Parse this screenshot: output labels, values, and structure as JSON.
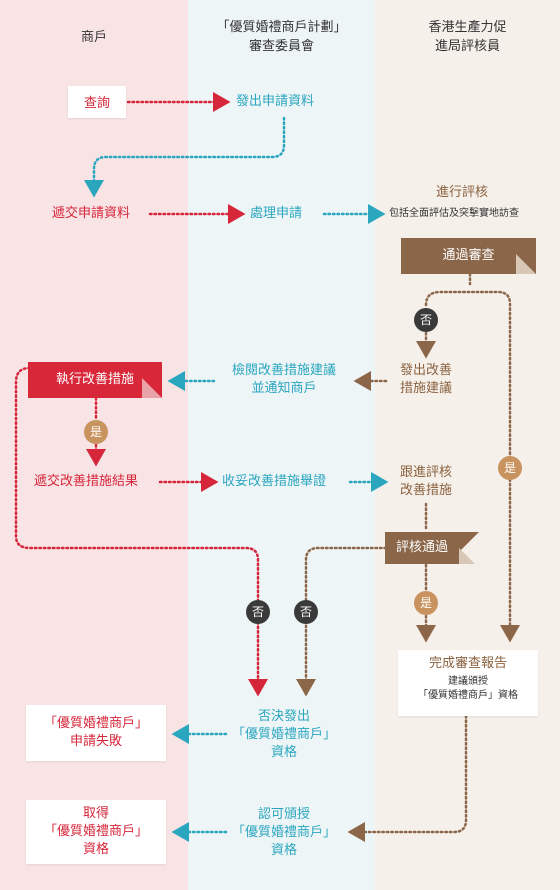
{
  "lanes": {
    "merchant": "商戶",
    "committee_line1": "「優質婚禮商戶計劃」",
    "committee_line2": "審查委員會",
    "assessor_line1": "香港生產力促",
    "assessor_line2": "進局評核員"
  },
  "nodes": {
    "enquiry": "查詢",
    "issue_form": "發出申請資料",
    "submit_form": "遞交申請資料",
    "process": "處理申請",
    "assess_title": "進行評核",
    "assess_note": "包括全面評估及突擊實地訪查",
    "pass_review": "通過審查",
    "issue_improve_1": "發出改善",
    "issue_improve_2": "措施建議",
    "review_improve_1": "檢閱改善措施建議",
    "review_improve_2": "並通知商戶",
    "execute": "執行改善措施",
    "submit_result": "遞交改善措施結果",
    "receive_proof": "收妥改善措施舉證",
    "follow_1": "跟進評核",
    "follow_2": "改善措施",
    "assess_pass": "評核通過",
    "report_title": "完成審查報告",
    "report_note_1": "建議頒授",
    "report_note_2": "「優質婚禮商戶」資格",
    "reject_1": "否決發出",
    "reject_2": "「優質婚禮商戶」",
    "reject_3": "資格",
    "fail_1": "「優質婚禮商戶」",
    "fail_2": "申請失敗",
    "approve_1": "認可頒授",
    "approve_2": "「優質婚禮商戶」",
    "approve_3": "資格",
    "obtain_1": "取得",
    "obtain_2": "「優質婚禮商戶」",
    "obtain_3": "資格"
  },
  "labels": {
    "no": "否",
    "yes": "是"
  },
  "colors": {
    "red": "#d6263a",
    "teal": "#2aa6bf",
    "brown": "#8b6649",
    "tan": "#c9935f",
    "dark": "#3a3a3a"
  }
}
